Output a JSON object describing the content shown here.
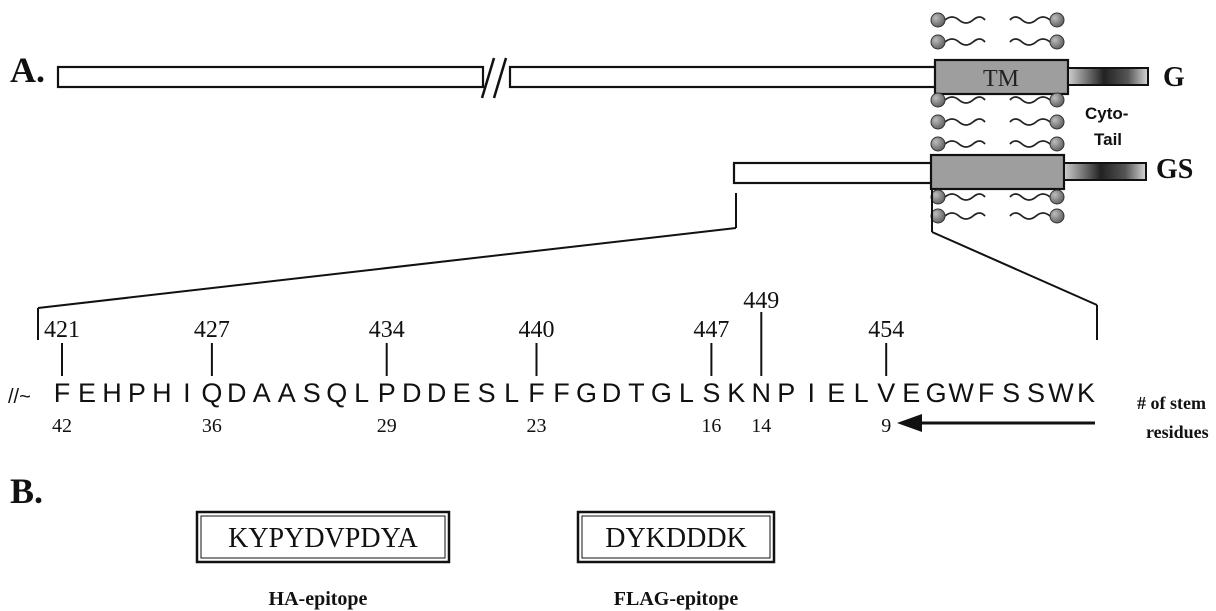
{
  "panel_a_label": "A.",
  "panel_b_label": "B.",
  "constructs": {
    "g_label": "G",
    "gs_label": "GS",
    "tm_label": "TM",
    "cyto_tail_label_1": "Cyto-",
    "cyto_tail_label_2": "Tail"
  },
  "sequence": {
    "lead": "//~",
    "residues": [
      "F",
      "E",
      "H",
      "P",
      "H",
      "I",
      "Q",
      "D",
      "A",
      "A",
      "S",
      "Q",
      "L",
      "P",
      "D",
      "D",
      "E",
      "S",
      "L",
      "F",
      "F",
      "G",
      "D",
      "T",
      "G",
      "L",
      "S",
      "K",
      "N",
      "P",
      "I",
      "E",
      "L",
      "V",
      "E",
      "G",
      "W",
      "F",
      "S",
      "S",
      "W",
      "K"
    ],
    "markers": [
      {
        "index": 0,
        "position": "421",
        "stem": "42"
      },
      {
        "index": 6,
        "position": "427",
        "stem": "36"
      },
      {
        "index": 13,
        "position": "434",
        "stem": "29"
      },
      {
        "index": 19,
        "position": "440",
        "stem": "23"
      },
      {
        "index": 26,
        "position": "447",
        "stem": "16"
      },
      {
        "index": 28,
        "position": "449",
        "stem": "14"
      },
      {
        "index": 33,
        "position": "454",
        "stem": "9"
      }
    ],
    "stem_note_line1": "# of stem",
    "stem_note_line2": "residues"
  },
  "epitopes": [
    {
      "sequence": "KYPYDVPDYA",
      "name": "HA-epitope"
    },
    {
      "sequence": "DYKDDDK",
      "name": "FLAG-epitope"
    }
  ],
  "colors": {
    "ink": "#111111",
    "tm_fill": "#9e9e9e",
    "lipid_head": "#8a8a8a",
    "background": "#ffffff"
  }
}
